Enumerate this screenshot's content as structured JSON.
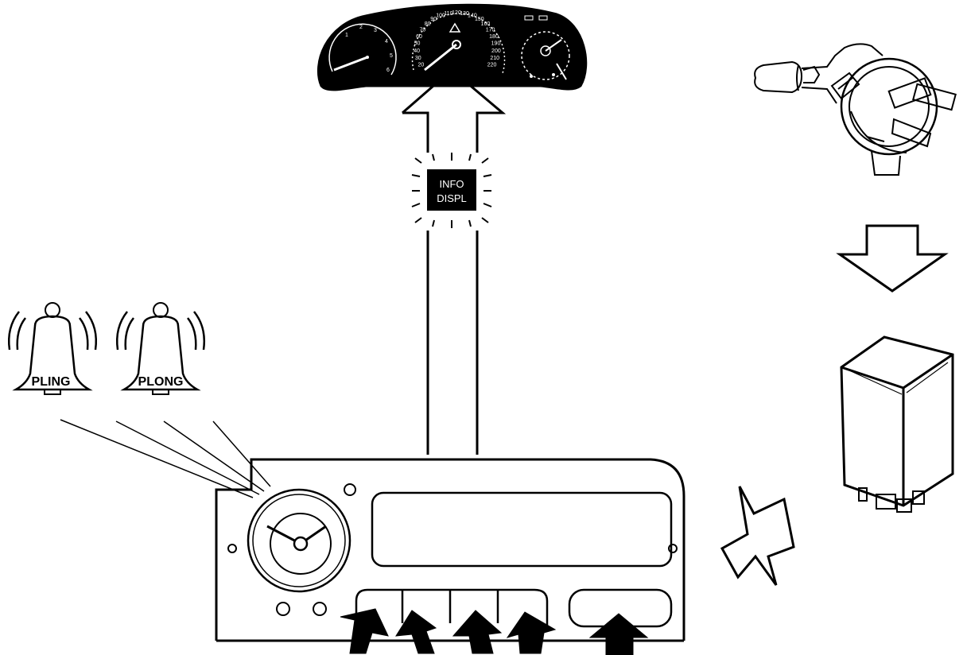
{
  "bells": [
    {
      "label": "PLING"
    },
    {
      "label": "PLONG"
    }
  ],
  "info_display": {
    "line1": "INFO",
    "line2": "DISPL"
  },
  "instrument_cluster": {
    "speed_scale": [
      "20",
      "30",
      "40",
      "50",
      "60",
      "70",
      "80",
      "90",
      "100",
      "110",
      "120",
      "130",
      "140",
      "150",
      "160",
      "170",
      "180",
      "190",
      "200",
      "210",
      "220"
    ]
  },
  "colors": {
    "ink": "#000000",
    "paper": "#ffffff"
  }
}
